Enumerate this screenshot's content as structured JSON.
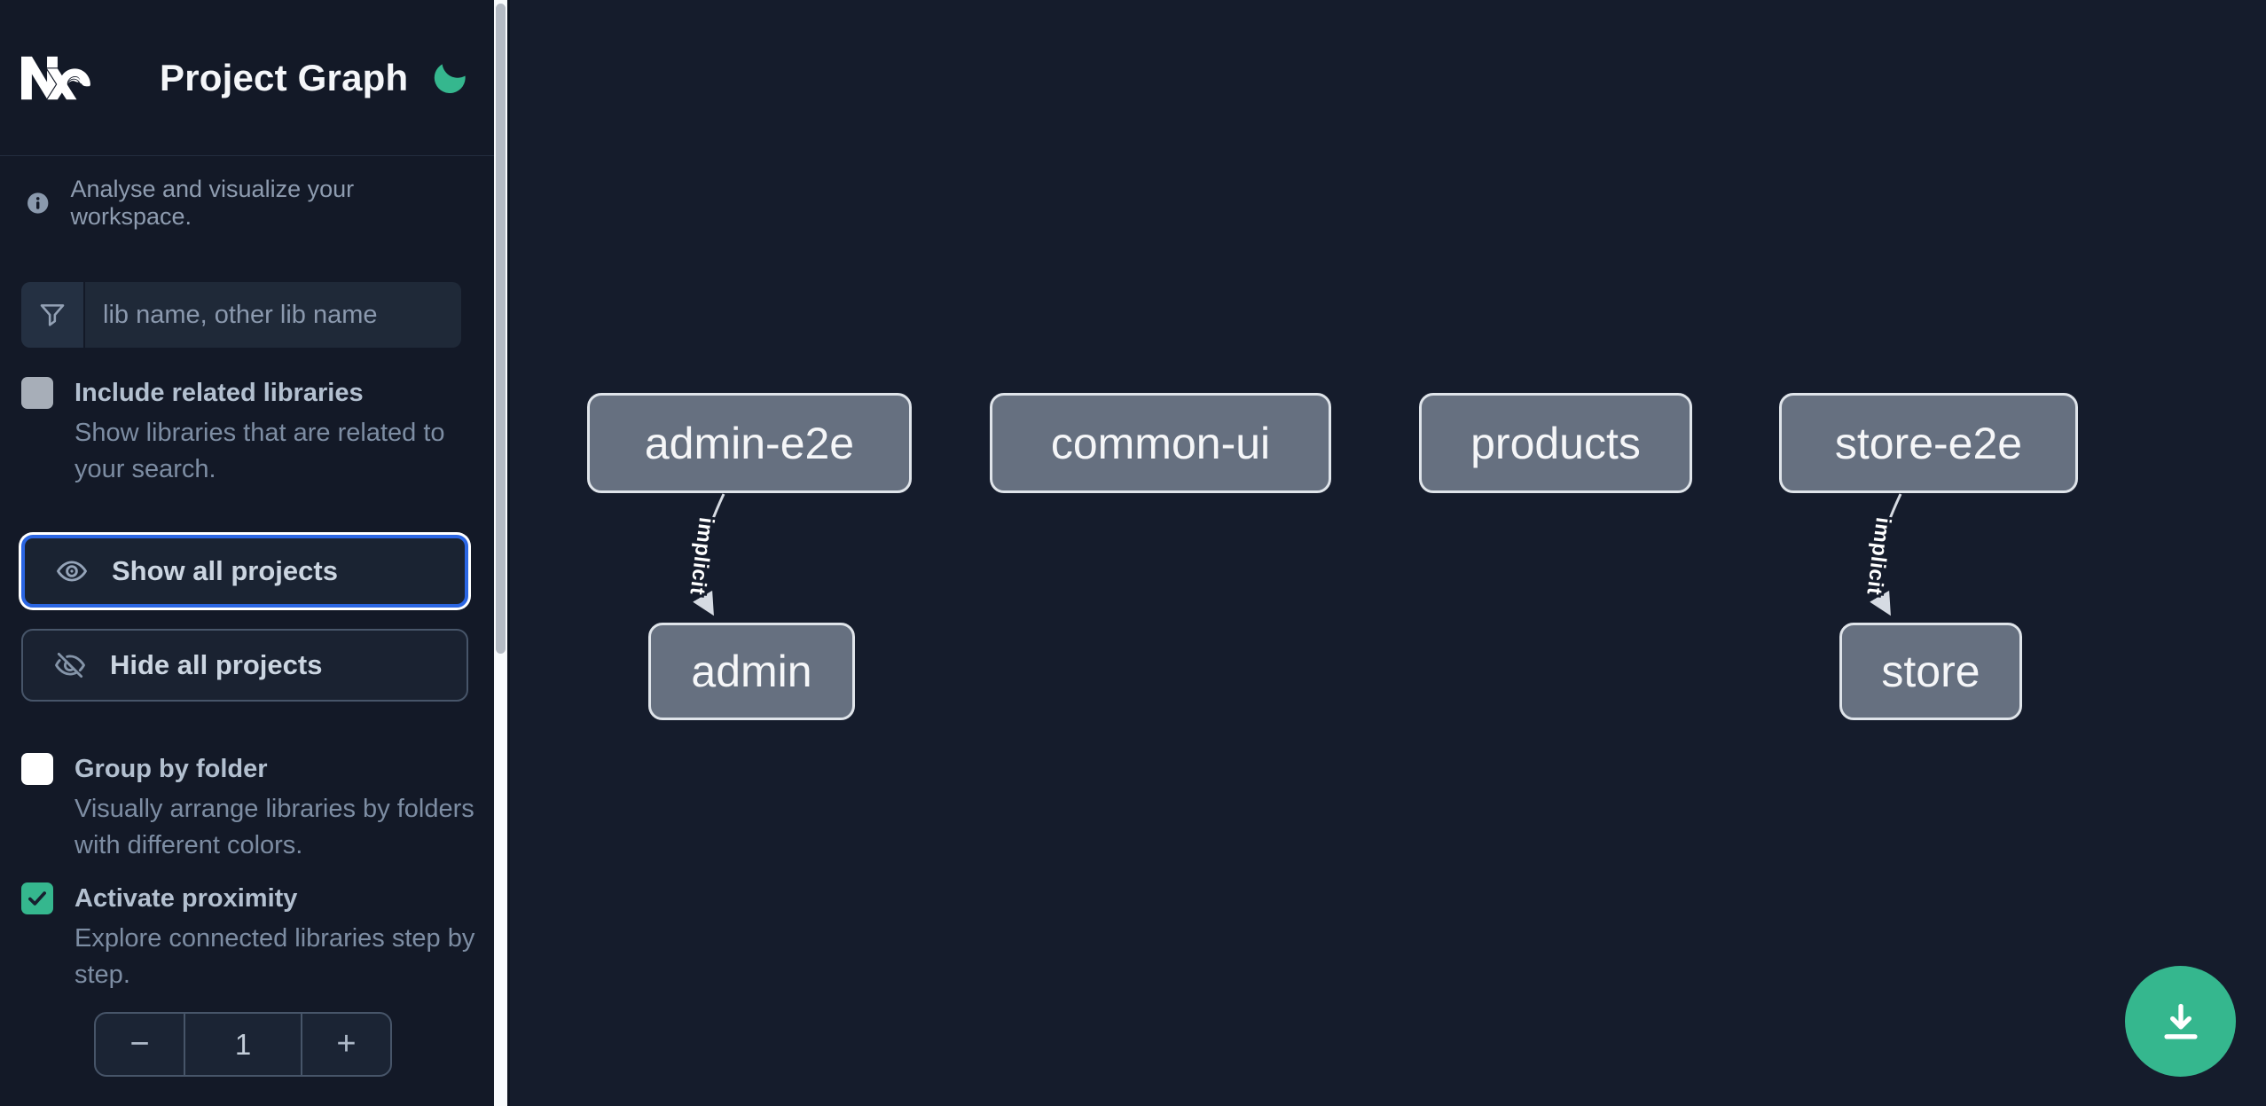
{
  "header": {
    "title": "Project Graph"
  },
  "info_banner": {
    "text": "Analyse and visualize your workspace."
  },
  "search": {
    "placeholder": "lib name, other lib name",
    "value": ""
  },
  "toggles": {
    "include_related": {
      "label": "Include related libraries",
      "description": "Show libraries that are related to your search.",
      "checked": false,
      "disabled": true
    },
    "group_by_folder": {
      "label": "Group by folder",
      "description": "Visually arrange libraries by folders with different colors.",
      "checked": false
    },
    "activate_proximity": {
      "label": "Activate proximity",
      "description": "Explore connected libraries step by step.",
      "checked": true
    }
  },
  "buttons": {
    "show_all": "Show all projects",
    "hide_all": "Hide all projects"
  },
  "stepper": {
    "decrement": "−",
    "value": "1",
    "increment": "+"
  },
  "graph": {
    "nodes": [
      {
        "id": "admin-e2e",
        "label": "admin-e2e"
      },
      {
        "id": "common-ui",
        "label": "common-ui"
      },
      {
        "id": "products",
        "label": "products"
      },
      {
        "id": "store-e2e",
        "label": "store-e2e"
      },
      {
        "id": "admin",
        "label": "admin"
      },
      {
        "id": "store",
        "label": "store"
      }
    ],
    "edges": [
      {
        "from": "admin-e2e",
        "to": "admin",
        "label": "implicit"
      },
      {
        "from": "store-e2e",
        "to": "store",
        "label": "implicit"
      }
    ]
  },
  "fab": {
    "icon": "download-icon"
  },
  "colors": {
    "accent_green": "#35b78e",
    "focus_blue": "#2b66e3",
    "node_fill": "#667080",
    "node_border": "#dfe4ea",
    "sidebar_bg": "#131927",
    "canvas_bg": "#151c2c",
    "scroll_track": "#f8fafc",
    "scroll_thumb": "#b4bac3"
  }
}
